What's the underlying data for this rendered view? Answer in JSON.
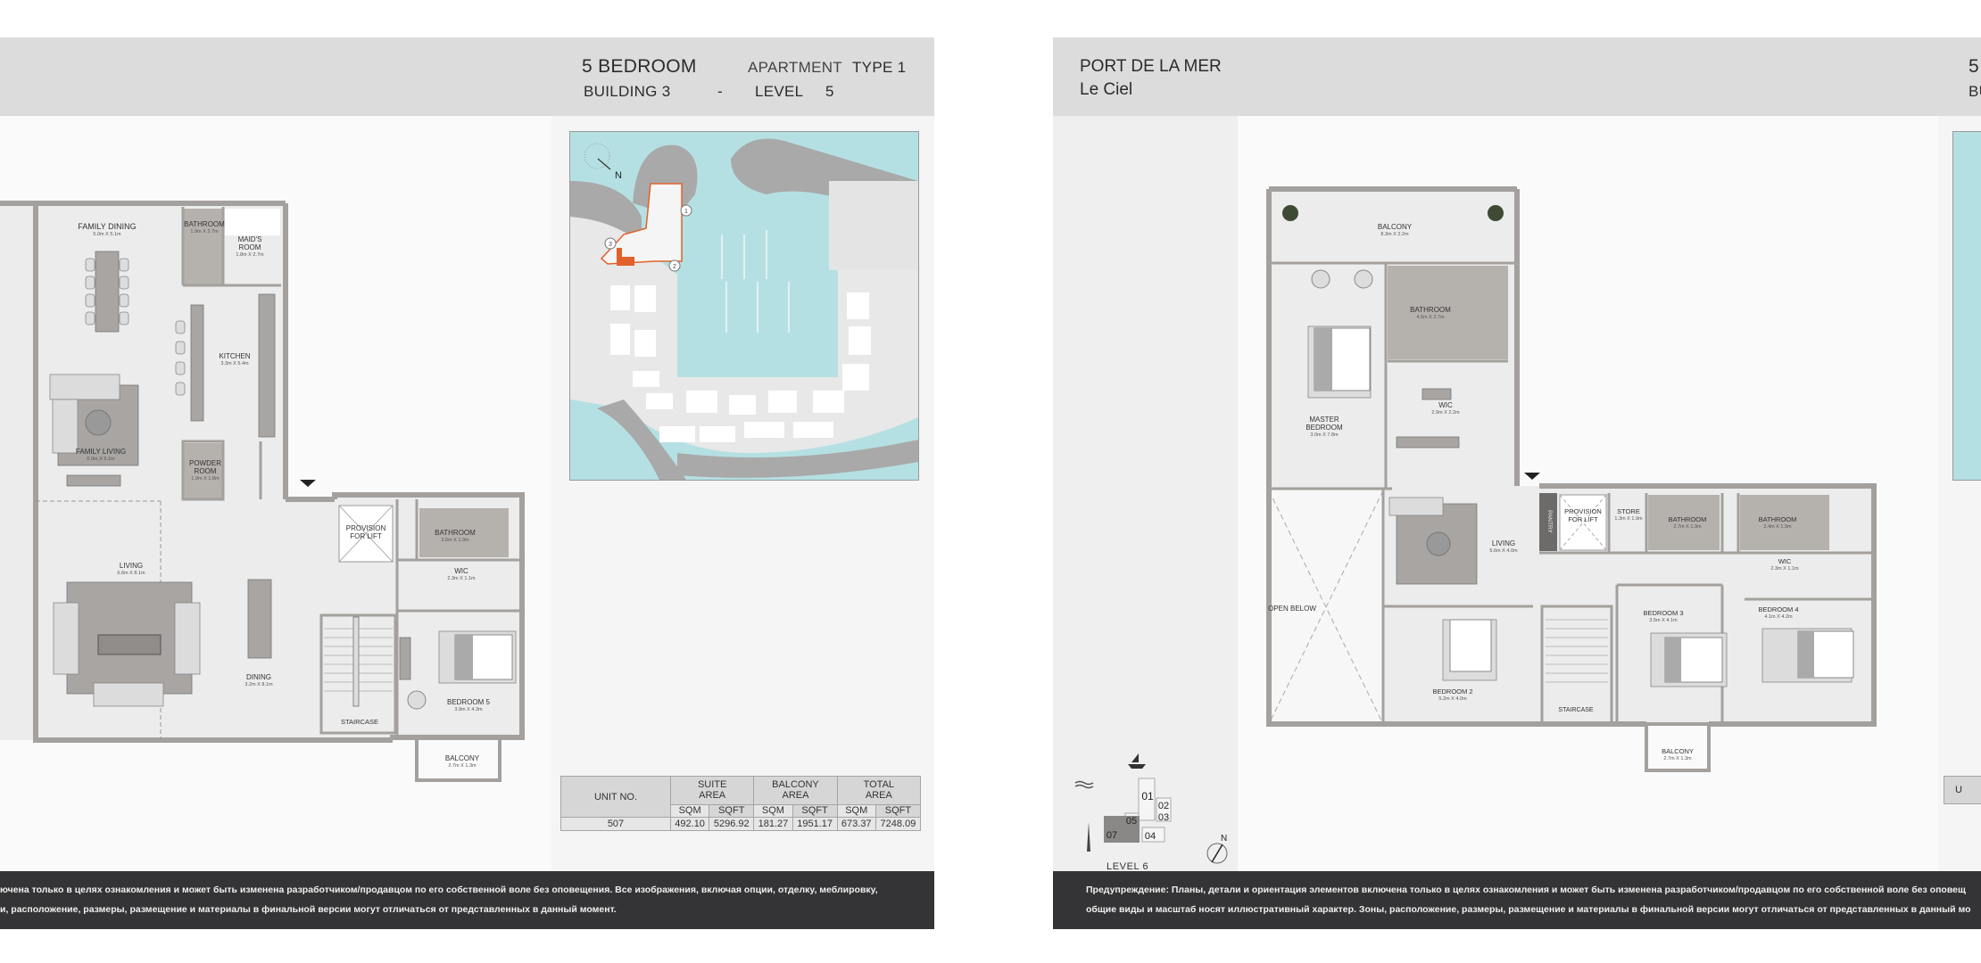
{
  "left_page": {
    "header": {
      "title": "5 BEDROOM",
      "apartment_label": "APARTMENT",
      "type_label": "TYPE 1",
      "building": "BUILDING 3",
      "separator": "-",
      "level_label": "LEVEL",
      "level_value": "5"
    },
    "map": {
      "north_label": "N",
      "markers": [
        "1",
        "2",
        "3"
      ]
    },
    "rooms": {
      "family_dining": {
        "name": "FAMILY DINING",
        "dim": "5.0m X 5.1m"
      },
      "bathroom_1": {
        "name": "BATHROOM",
        "dim": "1.9m X 2.7m"
      },
      "maids_room_1": {
        "name": "MAID'S",
        "name2": "ROOM",
        "dim": "1.8m X 2.7m"
      },
      "kitchen": {
        "name": "KITCHEN",
        "dim": "3.3m X 5.4m"
      },
      "family_living": {
        "name": "FAMILY LIVING",
        "dim": "6.0m X 5.1m"
      },
      "powder_room": {
        "name": "POWDER",
        "name2": "ROOM",
        "dim": "1.9m X 1.8m"
      },
      "living": {
        "name": "LIVING",
        "dim": "6.6m X 8.1m"
      },
      "dining": {
        "name": "DINING",
        "dim": "3.2m X 8.1m"
      },
      "lift": {
        "name": "PROVISION",
        "name2": "FOR LIFT"
      },
      "bathroom_2": {
        "name": "BATHROOM",
        "dim": "3.6m X 1.9m"
      },
      "wic": {
        "name": "WIC",
        "dim": "2.3m X 1.1m"
      },
      "bedroom_5": {
        "name": "BEDROOM 5",
        "dim": "3.9m X 4.3m"
      },
      "staircase": {
        "name": "STAIRCASE"
      },
      "balcony": {
        "name": "BALCONY",
        "dim": "2.7m X 1.3m"
      }
    },
    "area_table": {
      "unit_header": "UNIT NO.",
      "groups": [
        "SUITE",
        "BALCONY",
        "TOTAL"
      ],
      "area_word": "AREA",
      "sub": [
        "SQM",
        "SQFT",
        "SQM",
        "SQFT",
        "SQM",
        "SQFT"
      ],
      "row": {
        "unit": "507",
        "values": [
          "492.10",
          "5296.92",
          "181.27",
          "1951.17",
          "673.37",
          "7248.09"
        ]
      }
    },
    "footer": {
      "line1": "ючена только в целях ознакомления и может быть изменена разработчиком/продавцом по его собственной воле без оповещения. Все изображения, включая опции, отделку, меблировку,",
      "line2": "и, расположение, размеры, размещение и материалы в финальной версии могут отличаться от представленных в данный момент."
    }
  },
  "right_page": {
    "header": {
      "project": "PORT DE LA MER",
      "building_name": "Le Ciel",
      "peek_line1": "5",
      "peek_line2": "BU"
    },
    "rooms": {
      "balcony_top": {
        "name": "BALCONY",
        "dim": "8.3m X 2.2m"
      },
      "master_bedroom": {
        "name": "MASTER",
        "name2": "BEDROOM",
        "dim": "3.0m X 7.8m"
      },
      "master_bathroom": {
        "name": "BATHROOM",
        "dim": "4.5m X 2.7m"
      },
      "master_wic": {
        "name": "WIC",
        "dim": "2.9m X 2.2m"
      },
      "open_below": {
        "name": "OPEN BELOW"
      },
      "living": {
        "name": "LIVING",
        "dim": "5.6m X 4.0m"
      },
      "pantry": {
        "name": "PANTRY"
      },
      "lift": {
        "name": "PROVISION",
        "name2": "FOR LIFT"
      },
      "store": {
        "name": "STORE",
        "dim": "1.3m X 1.9m"
      },
      "bathroom_a": {
        "name": "BATHROOM",
        "dim": "2.7m X 1.9m"
      },
      "bathroom_b": {
        "name": "BATHROOM",
        "dim": "2.4m X 1.9m"
      },
      "wic": {
        "name": "WIC",
        "dim": "2.3m X 1.1m"
      },
      "bedroom_2": {
        "name": "BEDROOM 2",
        "dim": "5.2m X 4.0m"
      },
      "staircase": {
        "name": "STAIRCASE"
      },
      "bedroom_3": {
        "name": "BEDROOM 3",
        "dim": "3.5m X 4.1m"
      },
      "bedroom_4": {
        "name": "BEDROOM 4",
        "dim": "4.1m X 4.2m"
      },
      "balcony_bottom": {
        "name": "BALCONY",
        "dim": "2.7m X 1.3m"
      }
    },
    "key_plan": {
      "units": [
        "01",
        "02",
        "03",
        "04",
        "05",
        "07"
      ],
      "level_label": "LEVEL 6",
      "north_label": "N"
    },
    "table_peek": "U",
    "footer": {
      "line1": "Предупреждение: Планы, детали и ориентация элементов включена только в целях ознакомления и может быть изменена разработчиком/продавцом по его собственной воле без оповещ",
      "line2": "общие виды и масштаб носят иллюстративный характер. Зоны, расположение, размеры, размещение и материалы в финальной версии могут отличаться от представленных в данный мо"
    }
  },
  "colors": {
    "header_bg": "#dcdcdc",
    "footer_bg": "#343436",
    "water": "#b5e0e3",
    "highlight": "#e0622a"
  }
}
